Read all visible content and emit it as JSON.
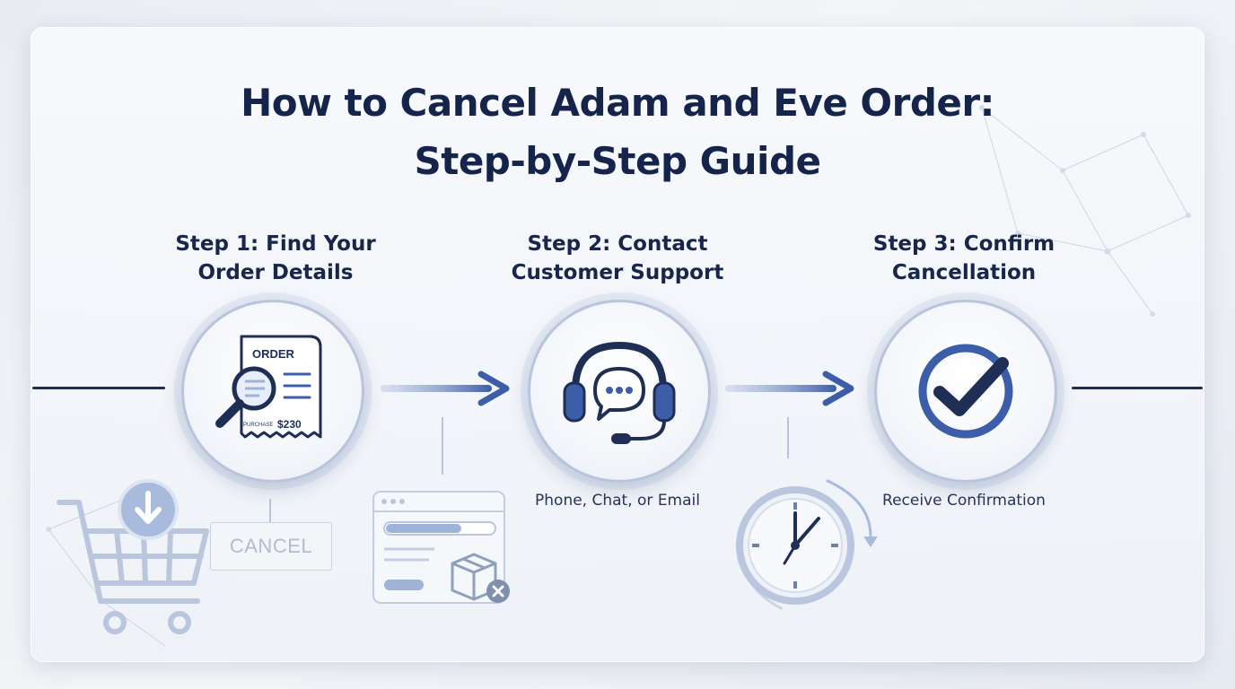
{
  "title": {
    "line1": "How to Cancel Adam and Eve Order:",
    "line2": "Step-by-Step Guide"
  },
  "steps": [
    {
      "title_line1": "Step 1: Find Your",
      "title_line2": "Order Details",
      "icon": "receipt-magnifier-icon",
      "receipt_heading": "ORDER",
      "receipt_caption": "PURCHASE",
      "receipt_amount": "$230"
    },
    {
      "title_line1": "Step 2: Contact",
      "title_line2": "Customer Support",
      "icon": "headset-chat-icon",
      "sub_label": "Phone, Chat, or Email"
    },
    {
      "title_line1": "Step 3: Confirm",
      "title_line2": "Cancellation",
      "icon": "checkmark-icon",
      "sub_label": "Receive Confirmation"
    }
  ],
  "decor": {
    "cancel_label": "CANCEL",
    "icons": [
      "shopping-cart-icon",
      "download-icon",
      "browser-window-icon",
      "package-icon",
      "close-icon",
      "clock-icon"
    ]
  },
  "colors": {
    "title": "#15244a",
    "accent": "#3c5da8",
    "line": "#1f2e55"
  }
}
